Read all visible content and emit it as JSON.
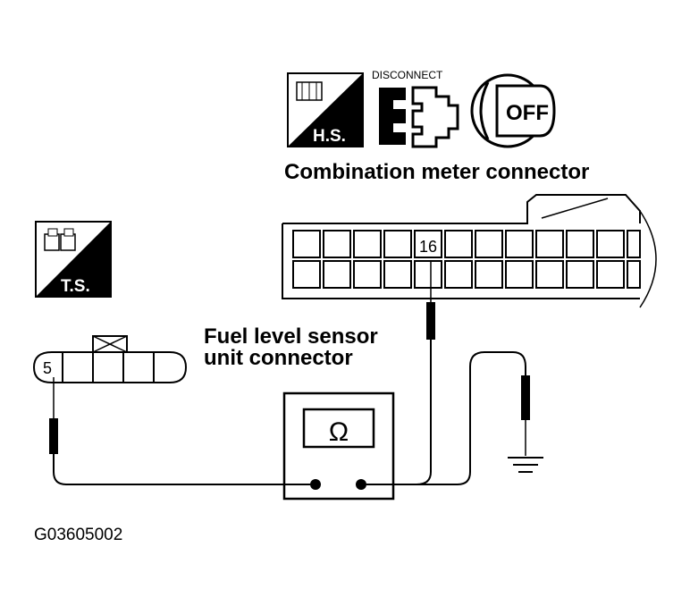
{
  "combination_meter": {
    "title": "Combination meter connector",
    "pin_label": "16"
  },
  "fuel_sensor": {
    "title_line1": "Fuel level sensor",
    "title_line2": "unit connector",
    "pin_label": "5"
  },
  "icons": {
    "hs_badge": "H.S.",
    "ts_badge": "T.S.",
    "disconnect_label": "DISCONNECT",
    "key_label": "OFF"
  },
  "meter": {
    "symbol": "Ω"
  },
  "figure_code": "G03605002"
}
